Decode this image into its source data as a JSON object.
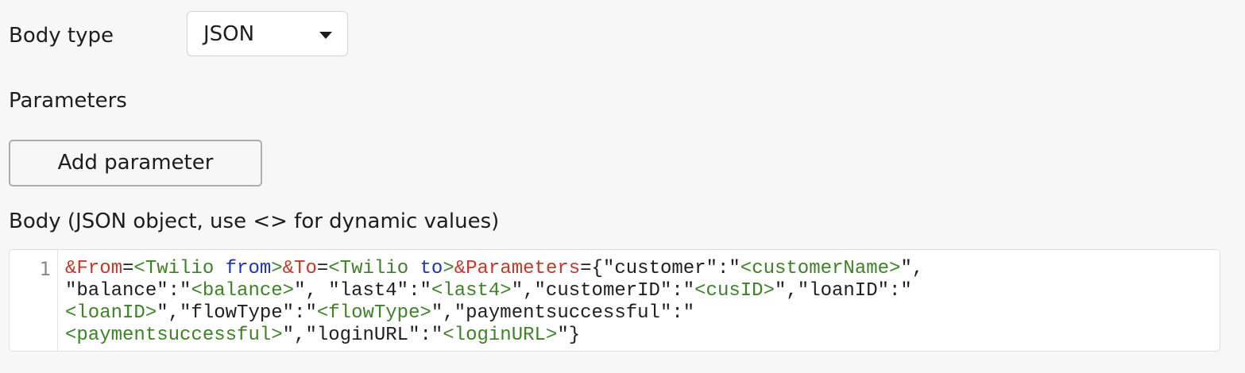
{
  "body_type": {
    "label": "Body type",
    "selected": "JSON"
  },
  "parameters": {
    "label": "Parameters",
    "add_button": "Add parameter"
  },
  "body": {
    "label": "Body (JSON object, use <> for dynamic values)",
    "line_number": "1",
    "code_lines": [
      [
        {
          "t": "&From",
          "c": "attr"
        },
        {
          "t": "=",
          "c": "plain"
        },
        {
          "t": "<Twilio ",
          "c": "tag"
        },
        {
          "t": "from",
          "c": "kw"
        },
        {
          "t": ">",
          "c": "tag"
        },
        {
          "t": "&To",
          "c": "attr"
        },
        {
          "t": "=",
          "c": "plain"
        },
        {
          "t": "<Twilio ",
          "c": "tag"
        },
        {
          "t": "to",
          "c": "kw"
        },
        {
          "t": ">",
          "c": "tag"
        },
        {
          "t": "&Parameters",
          "c": "attr"
        },
        {
          "t": "={\"customer\":\"",
          "c": "plain"
        },
        {
          "t": "<customerName>",
          "c": "tag"
        },
        {
          "t": "\",",
          "c": "plain"
        }
      ],
      [
        {
          "t": "\"balance\":\"",
          "c": "plain"
        },
        {
          "t": "<balance>",
          "c": "tag"
        },
        {
          "t": "\", \"last4\":\"",
          "c": "plain"
        },
        {
          "t": "<last4>",
          "c": "tag"
        },
        {
          "t": "\",\"customerID\":\"",
          "c": "plain"
        },
        {
          "t": "<cusID>",
          "c": "tag"
        },
        {
          "t": "\",\"loanID\":\"",
          "c": "plain"
        }
      ],
      [
        {
          "t": "<loanID>",
          "c": "tag"
        },
        {
          "t": "\",\"flowType\":\"",
          "c": "plain"
        },
        {
          "t": "<flowType>",
          "c": "tag"
        },
        {
          "t": "\",\"paymentsuccessful\":\"",
          "c": "plain"
        }
      ],
      [
        {
          "t": "<paymentsuccessful>",
          "c": "tag"
        },
        {
          "t": "\",\"loginURL\":\"",
          "c": "plain"
        },
        {
          "t": "<loginURL>",
          "c": "tag"
        },
        {
          "t": "\"}",
          "c": "plain"
        }
      ]
    ]
  },
  "icons": {
    "dropdown": "caret-down-icon"
  },
  "colors": {
    "background": "#f7f7f7",
    "keyword": "#1d34b8",
    "attribute": "#c0392b",
    "tag": "#3e8127",
    "text": "#1d1d1d"
  }
}
